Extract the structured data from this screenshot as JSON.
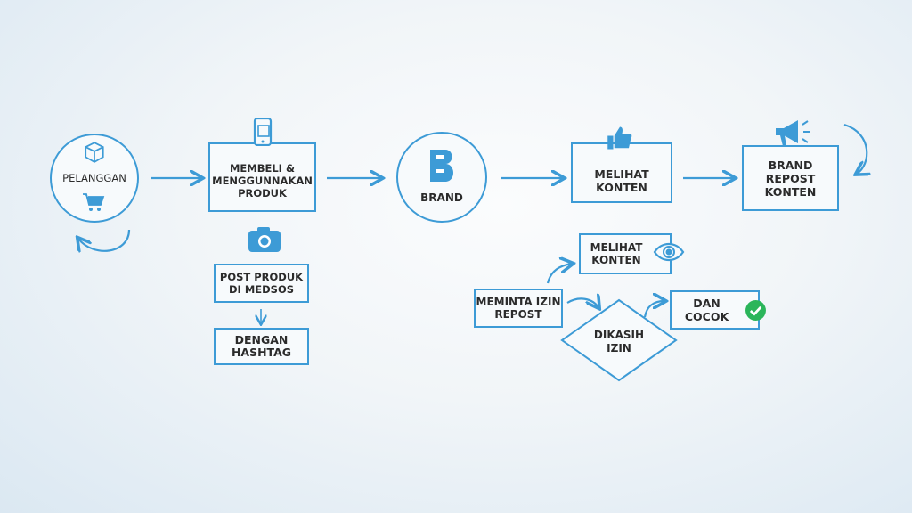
{
  "nodes": {
    "customer": "PELANGGAN",
    "buy_use": "MEMBELI & MENGGUNNAKAN PRODUK",
    "post": "POST PRODUK DI MEDSOS",
    "hashtag": "DENGAN HASHTAG",
    "brand": "BRAND",
    "view_content": "MELIHAT KONTEN",
    "brand_repost": "BRAND REPOST KONTEN",
    "view_content_2": "MELIHAT KONTEN",
    "ask_permission": "MEMINTA IZIN REPOST",
    "permission_given": "DIKASIH IZIN",
    "match": "DAN COCOK"
  },
  "icons": [
    "box-icon",
    "cart-icon",
    "phone-icon",
    "camera-icon",
    "brand-logo",
    "thumbs-up-icon",
    "megaphone-icon",
    "eye-icon",
    "check-circle-icon",
    "cycle-arrow-icon"
  ],
  "colors": {
    "accent": "#3d9bd6",
    "check": "#2bb55a"
  }
}
